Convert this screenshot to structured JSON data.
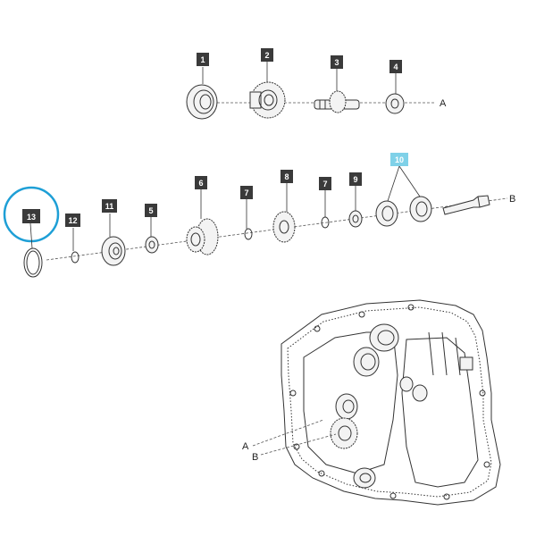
{
  "colors": {
    "callout_bg": "#3a3a3a",
    "callout_highlight_bg": "#7fd1e8",
    "selection_ring": "#1e9fd6",
    "line": "#333333"
  },
  "axes": {
    "a": "A",
    "b": "B"
  },
  "callouts": {
    "c1": "1",
    "c2": "2",
    "c3": "3",
    "c4": "4",
    "c5": "5",
    "c6": "6",
    "c7a": "7",
    "c7b": "7",
    "c8": "8",
    "c9": "9",
    "c10": "10",
    "c11": "11",
    "c12": "12",
    "c13": "13"
  },
  "selected_part": "13"
}
